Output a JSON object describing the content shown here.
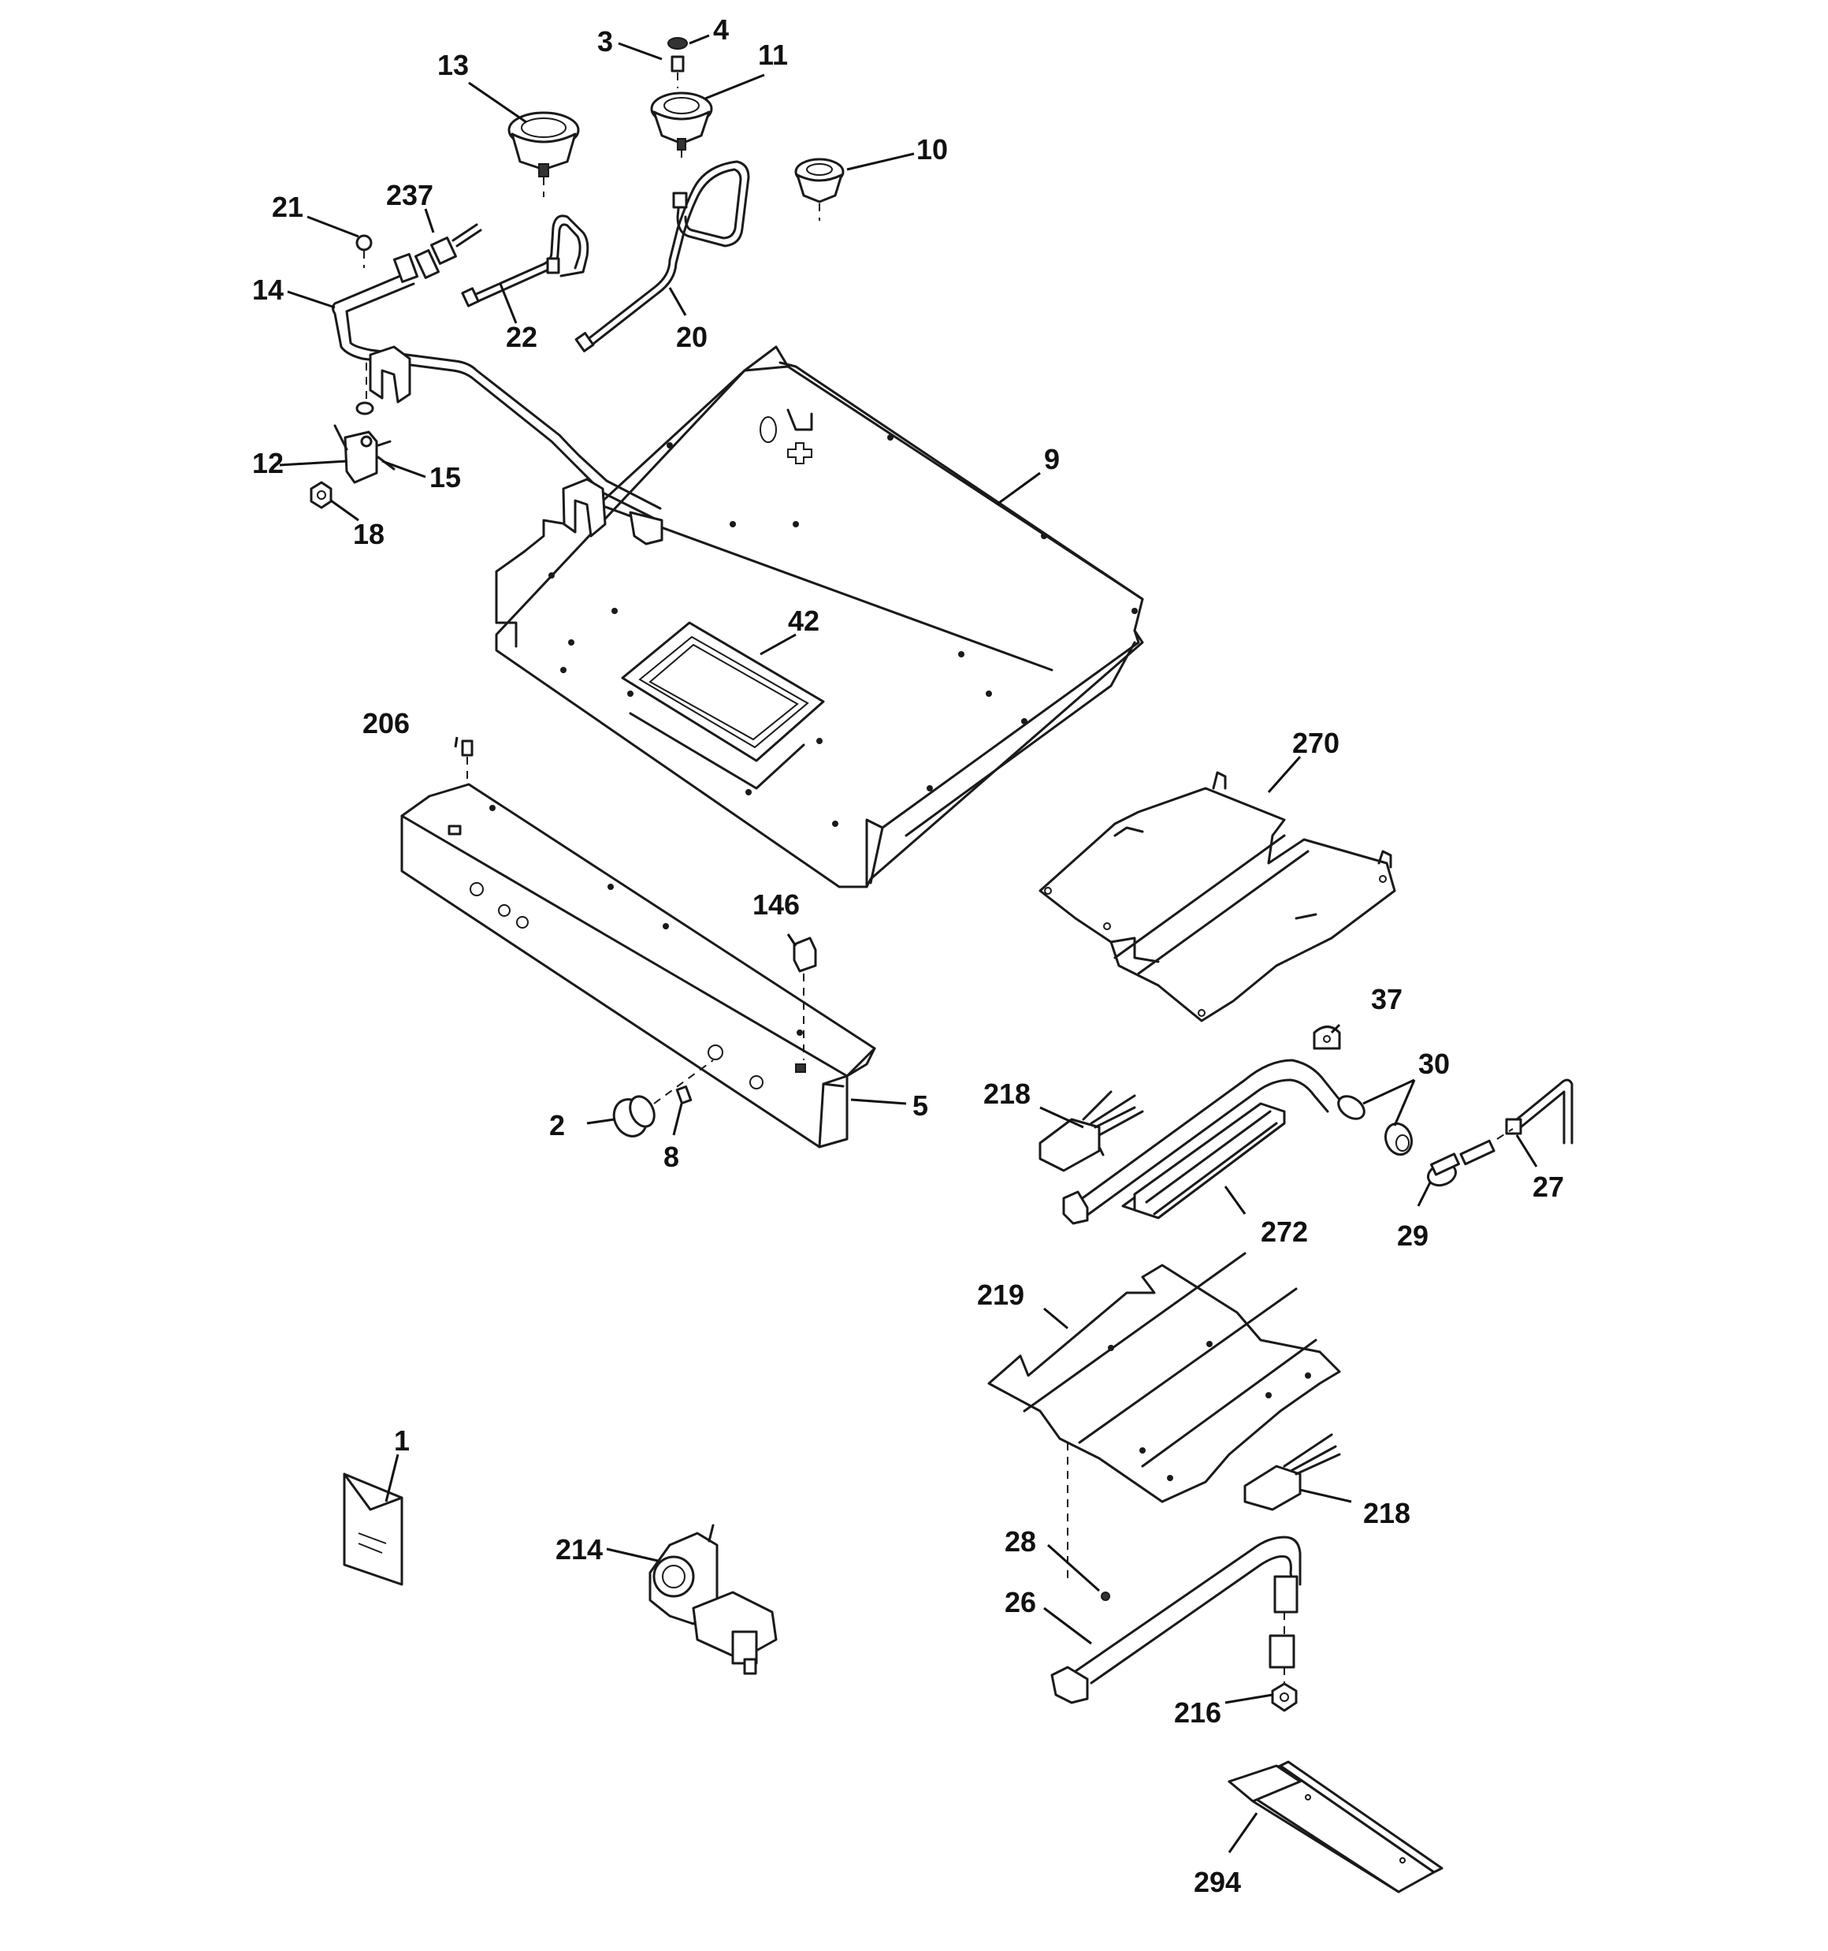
{
  "callouts": {
    "c1": "1",
    "c2": "2",
    "c3": "3",
    "c4": "4",
    "c5": "5",
    "c8": "8",
    "c9": "9",
    "c10": "10",
    "c11": "11",
    "c12": "12",
    "c13": "13",
    "c14": "14",
    "c15": "15",
    "c18": "18",
    "c20": "20",
    "c21": "21",
    "c22": "22",
    "c26": "26",
    "c27": "27",
    "c28": "28",
    "c29": "29",
    "c30": "30",
    "c37": "37",
    "c42": "42",
    "c146": "146",
    "c206": "206",
    "c214": "214",
    "c216": "216",
    "c218a": "218",
    "c218b": "218",
    "c219": "219",
    "c237": "237",
    "c270": "270",
    "c272": "272",
    "c294": "294"
  }
}
